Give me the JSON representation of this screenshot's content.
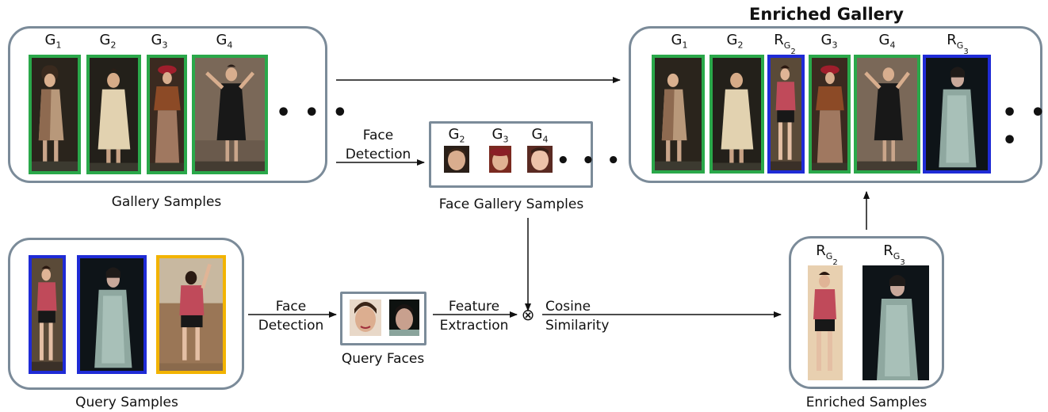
{
  "gallery": {
    "caption": "Gallery Samples",
    "labels": [
      {
        "main": "G",
        "sub": "1"
      },
      {
        "main": "G",
        "sub": "2"
      },
      {
        "main": "G",
        "sub": "3"
      },
      {
        "main": "G",
        "sub": "4"
      }
    ],
    "ellipsis": "• • •"
  },
  "face_gallery": {
    "caption": "Face Gallery Samples",
    "labels": [
      {
        "main": "G",
        "sub": "2"
      },
      {
        "main": "G",
        "sub": "3"
      },
      {
        "main": "G",
        "sub": "4"
      }
    ],
    "ellipsis": "• • •"
  },
  "enriched_gallery": {
    "title": "Enriched Gallery",
    "labels": [
      {
        "main": "G",
        "sub": "1"
      },
      {
        "main": "G",
        "sub": "2"
      },
      {
        "main": "R",
        "sub": "G",
        "sub2": "2"
      },
      {
        "main": "G",
        "sub": "3"
      },
      {
        "main": "G",
        "sub": "4"
      },
      {
        "main": "R",
        "sub": "G",
        "sub2": "3"
      }
    ],
    "ellipsis": "• • •"
  },
  "query": {
    "caption": "Query Samples"
  },
  "query_faces": {
    "caption": "Query Faces"
  },
  "enriched_samples": {
    "caption": "Enriched Samples",
    "labels": [
      {
        "main": "R",
        "sub": "G",
        "sub2": "2"
      },
      {
        "main": "R",
        "sub": "G",
        "sub2": "3"
      }
    ]
  },
  "steps": {
    "face_detection_1": [
      "Face",
      "Detection"
    ],
    "face_detection_2": [
      "Face",
      "Detection"
    ],
    "feature_extraction": [
      "Feature",
      "Extraction"
    ],
    "cosine_similarity": [
      "Cosine",
      "Similarity"
    ],
    "operator": "⊗"
  },
  "colors": {
    "box_border": "#7b8b99",
    "gallery_border": "#2aa84a",
    "retrieved_border": "#1f2bd6",
    "query_unmatched_border": "#f2b300"
  }
}
